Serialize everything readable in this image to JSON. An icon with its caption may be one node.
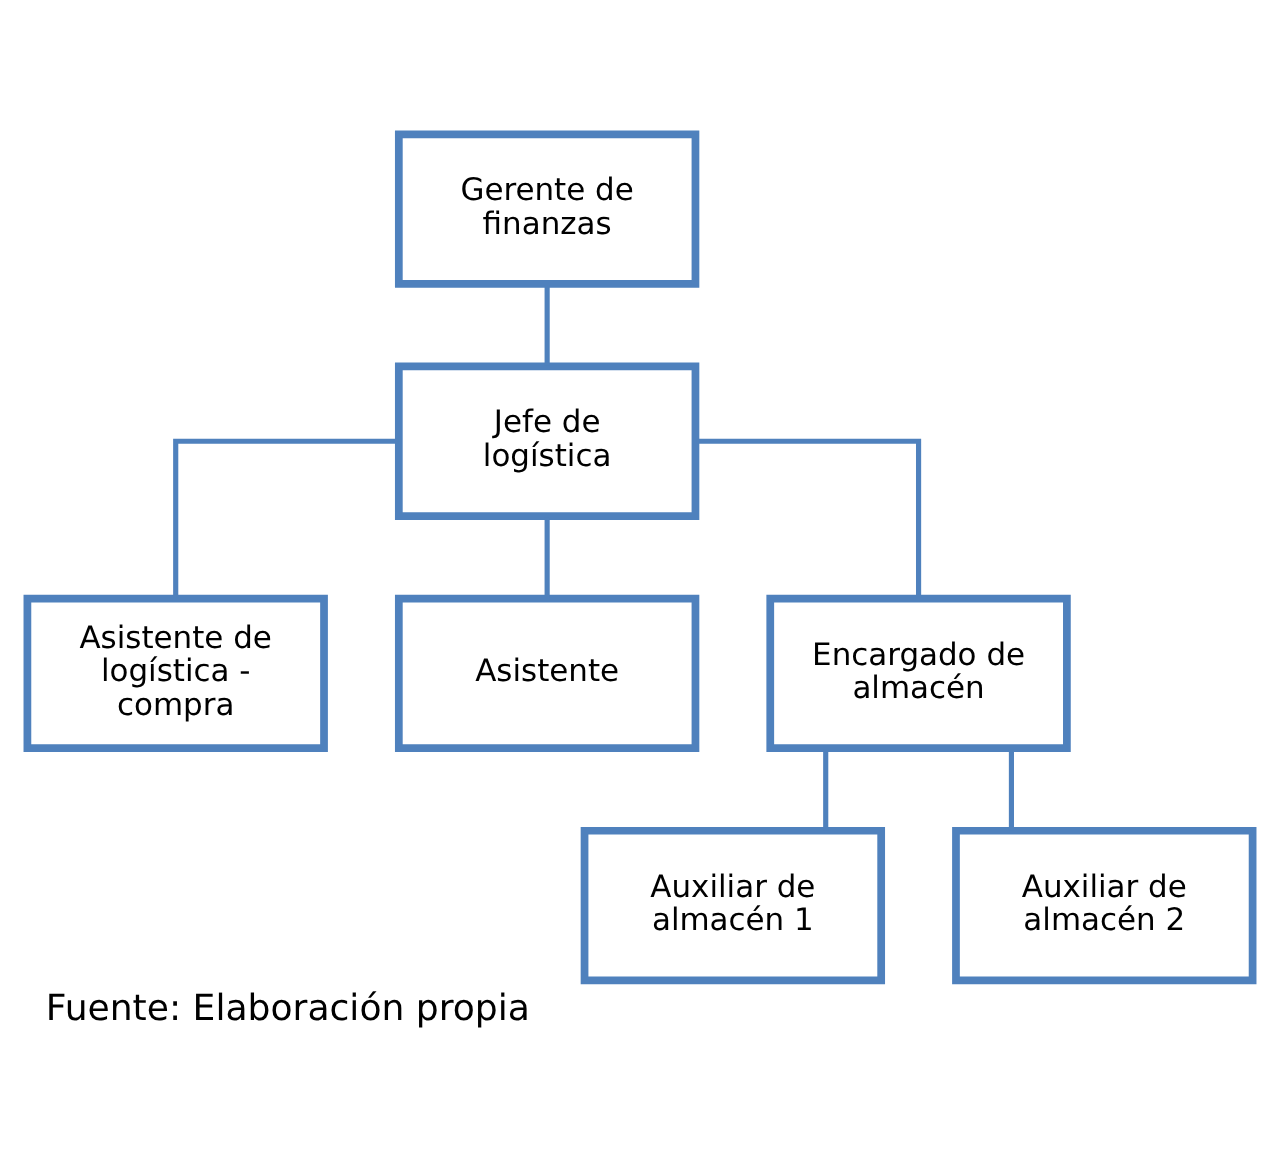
{
  "diagram": {
    "caption": "Fuente: Elaboración propia",
    "nodes": [
      {
        "text": [
          "Gerente de finanzas"
        ]
      },
      {
        "text": [
          "Jefe de logística"
        ]
      },
      {
        "text": [
          "Asistente de logística - compra"
        ]
      },
      {
        "text": [
          "Asistente"
        ]
      },
      {
        "text": [
          "Encargado de almacén"
        ]
      },
      {
        "text": [
          "Auxiliar de almacén 1"
        ]
      },
      {
        "text": [
          "Auxiliar de almacén 2"
        ]
      }
    ],
    "edges": [
      {
        "from": 0,
        "to": 1,
        "arrow": "none"
      },
      {
        "from": 1,
        "to": 2,
        "arrow": "none"
      },
      {
        "from": 1,
        "to": 3,
        "arrow": "none"
      },
      {
        "from": 1,
        "to": 4,
        "arrow": "none"
      },
      {
        "from": 4,
        "to": 5,
        "arrow": "none"
      },
      {
        "from": 4,
        "to": 6,
        "arrow": "none"
      }
    ]
  }
}
